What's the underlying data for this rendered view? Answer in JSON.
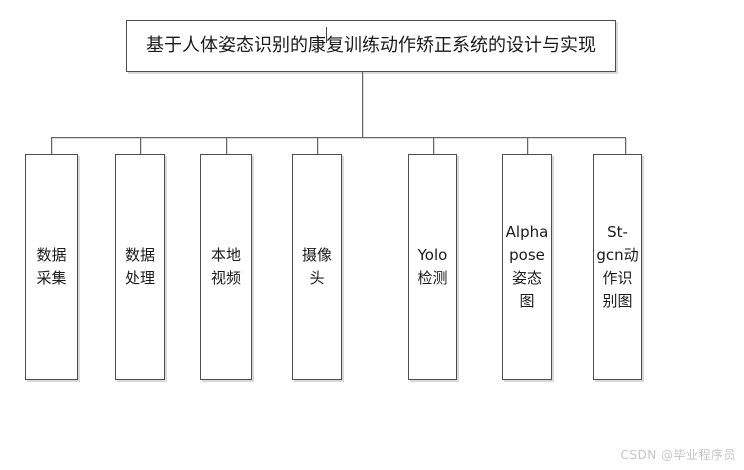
{
  "diagram": {
    "root_label": "基于人体姿态识别的康复训练动作矫正系统的设计与实现",
    "nodes": [
      {
        "id": "data-collection",
        "label": "数据\n采集"
      },
      {
        "id": "data-processing",
        "label": "数据\n处理"
      },
      {
        "id": "local-video",
        "label": "本地\n视频"
      },
      {
        "id": "camera",
        "label": "摄像\n头"
      },
      {
        "id": "yolo-detection",
        "label": "Yolo\n检测"
      },
      {
        "id": "alphapose-pose-graph",
        "label": "Alpha\npose\n姿态\n图"
      },
      {
        "id": "st-gcn-action-recognition",
        "label": "St-\ngcn动\n作识\n别图"
      }
    ]
  },
  "watermark": {
    "text": "CSDN @毕业程序员"
  },
  "colors": {
    "background": "#ffffff",
    "box_border": "#4d4d4d",
    "box_shadow": "#d9d9d9",
    "connector_line": "#666666",
    "text": "#1a1a1a",
    "watermark": "#c5c5c5"
  }
}
